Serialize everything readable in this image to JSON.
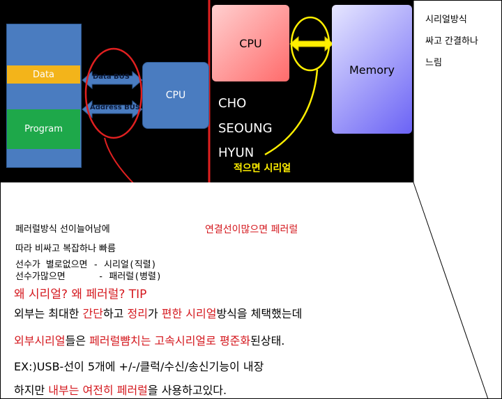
{
  "slide": {
    "memory_block": {
      "data_label": "Data",
      "program_label": "Program"
    },
    "bus": {
      "data_bus": "Data BUS",
      "address_bus": "Address BUS"
    },
    "cpu_left_label": "CPU",
    "cpu_right_label": "CPU",
    "memory_right_label": "Memory",
    "author_lines": [
      "CHO",
      "SEOUNG",
      "HYUN"
    ],
    "serial_note": "적으면 시리얼",
    "colors": {
      "memory_block": "#4a7cc0",
      "data_bar": "#f3b41a",
      "program_bar": "#1ea84a",
      "cpu_left": "#4a7cc0",
      "cpu_right_from": "#ff6b6b",
      "memory_right_from": "#6b63f5",
      "accent_red": "#e02020",
      "accent_yellow": "#ffef00"
    }
  },
  "side_note": [
    "시리얼방식",
    "싸고 간결하나",
    "느림"
  ],
  "notes": {
    "parallel_note_red": "연결선이많으면 페러럴",
    "line1": "페러럴방식 선이늘어남에",
    "line2": "따라 비싸고 복잡하나 빠름",
    "line3": "선수가 별로없으면 - 시리얼(직렬)",
    "line4": "선수가많으면      - 패러럴(병렬)",
    "tip": "왜 시리얼? 왜 페러럴? TIP",
    "p1": [
      {
        "t": "외부는 최대한 ",
        "hl": false
      },
      {
        "t": "간단",
        "hl": true
      },
      {
        "t": "하고 ",
        "hl": false
      },
      {
        "t": "정리",
        "hl": true
      },
      {
        "t": "가 ",
        "hl": false
      },
      {
        "t": "편한 시리얼",
        "hl": true
      },
      {
        "t": "방식을 체택했는데",
        "hl": false
      }
    ],
    "p2": [
      {
        "t": "외부시리얼",
        "hl": true
      },
      {
        "t": "들은 ",
        "hl": false
      },
      {
        "t": "페러럴뺨치는 고속시리얼로 평준화",
        "hl": true
      },
      {
        "t": "된상태.",
        "hl": false
      }
    ],
    "p3": "EX:)USB-선이 5개에 +/-/클럭/수신/송신기능이 내장",
    "p4": [
      {
        "t": "하지만 ",
        "hl": false
      },
      {
        "t": "내부는 여전히 페러럴",
        "hl": true
      },
      {
        "t": "을 사용하고있다.",
        "hl": false
      }
    ]
  }
}
